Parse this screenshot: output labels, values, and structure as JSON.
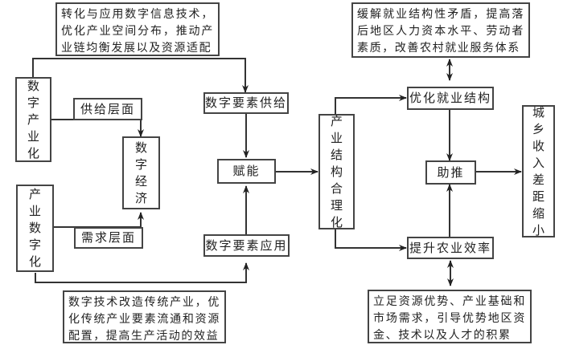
{
  "top_left_note": "转化与应用数字信息技术，优化产业空间分布，推动产业链均衡发展以及资源适配",
  "top_right_note": "缓解就业结构性矛盾，提高落后地区人力资本水平、劳动者素质，改善农村就业服务体系",
  "bottom_left_note": "数字技术改造传统产业，优化传统产业要素流通和资源配置，提高生产活动的效益",
  "bottom_right_note": "立足资源优势、产业基础和市场需求，引导优势地区资金、技术以及人才的积累",
  "digital_industrialization": "数字产业化",
  "industrial_digitalization": "产业数字化",
  "supply_level": "供给层面",
  "demand_level": "需求层面",
  "digital_economy": "数字经济",
  "digital_factor_supply": "数字要素供给",
  "digital_factor_application": "数字要素应用",
  "empowerment": "赋能",
  "industrial_structure_rationalization": "产业结构合理化",
  "optimize_employment_structure": "优化就业结构",
  "improve_agricultural_efficiency": "提升农业效率",
  "boost": "助推",
  "urban_rural_income_gap_narrowing": "城乡收入差距缩小"
}
